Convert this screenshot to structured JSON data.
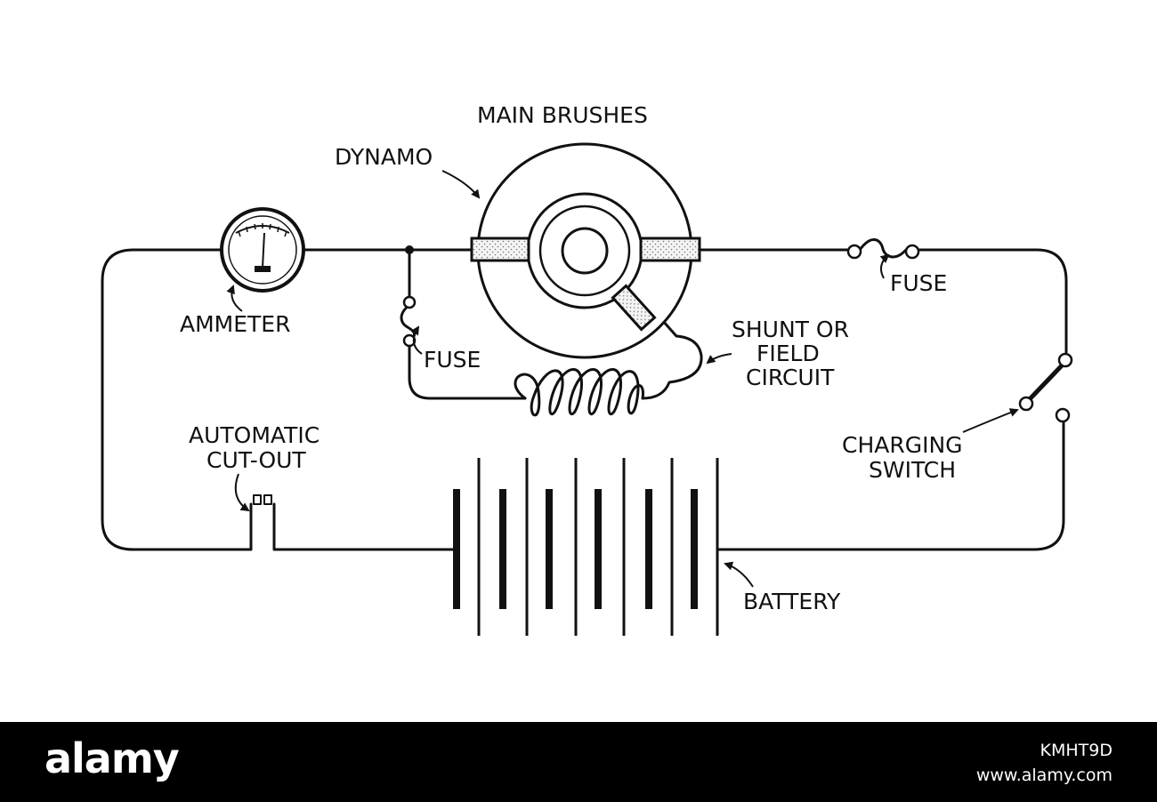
{
  "labels": {
    "main_brushes": "MAIN BRUSHES",
    "dynamo": "DYNAMO",
    "ammeter": "AMMETER",
    "fuse_left": "FUSE",
    "fuse_right": "FUSE",
    "shunt_line1": "SHUNT OR",
    "shunt_line2": "FIELD",
    "shunt_line3": "CIRCUIT",
    "cutout_line1": "AUTOMATIC",
    "cutout_line2": "CUT-OUT",
    "charging_line1": "CHARGING",
    "charging_line2": "SWITCH",
    "battery": "BATTERY"
  },
  "footer": {
    "brand": "alamy",
    "image_id": "KMHT9D",
    "site": "www.alamy.com"
  },
  "colors": {
    "ink": "#111111",
    "footer_bg": "#000000",
    "footer_text": "#ffffff"
  }
}
